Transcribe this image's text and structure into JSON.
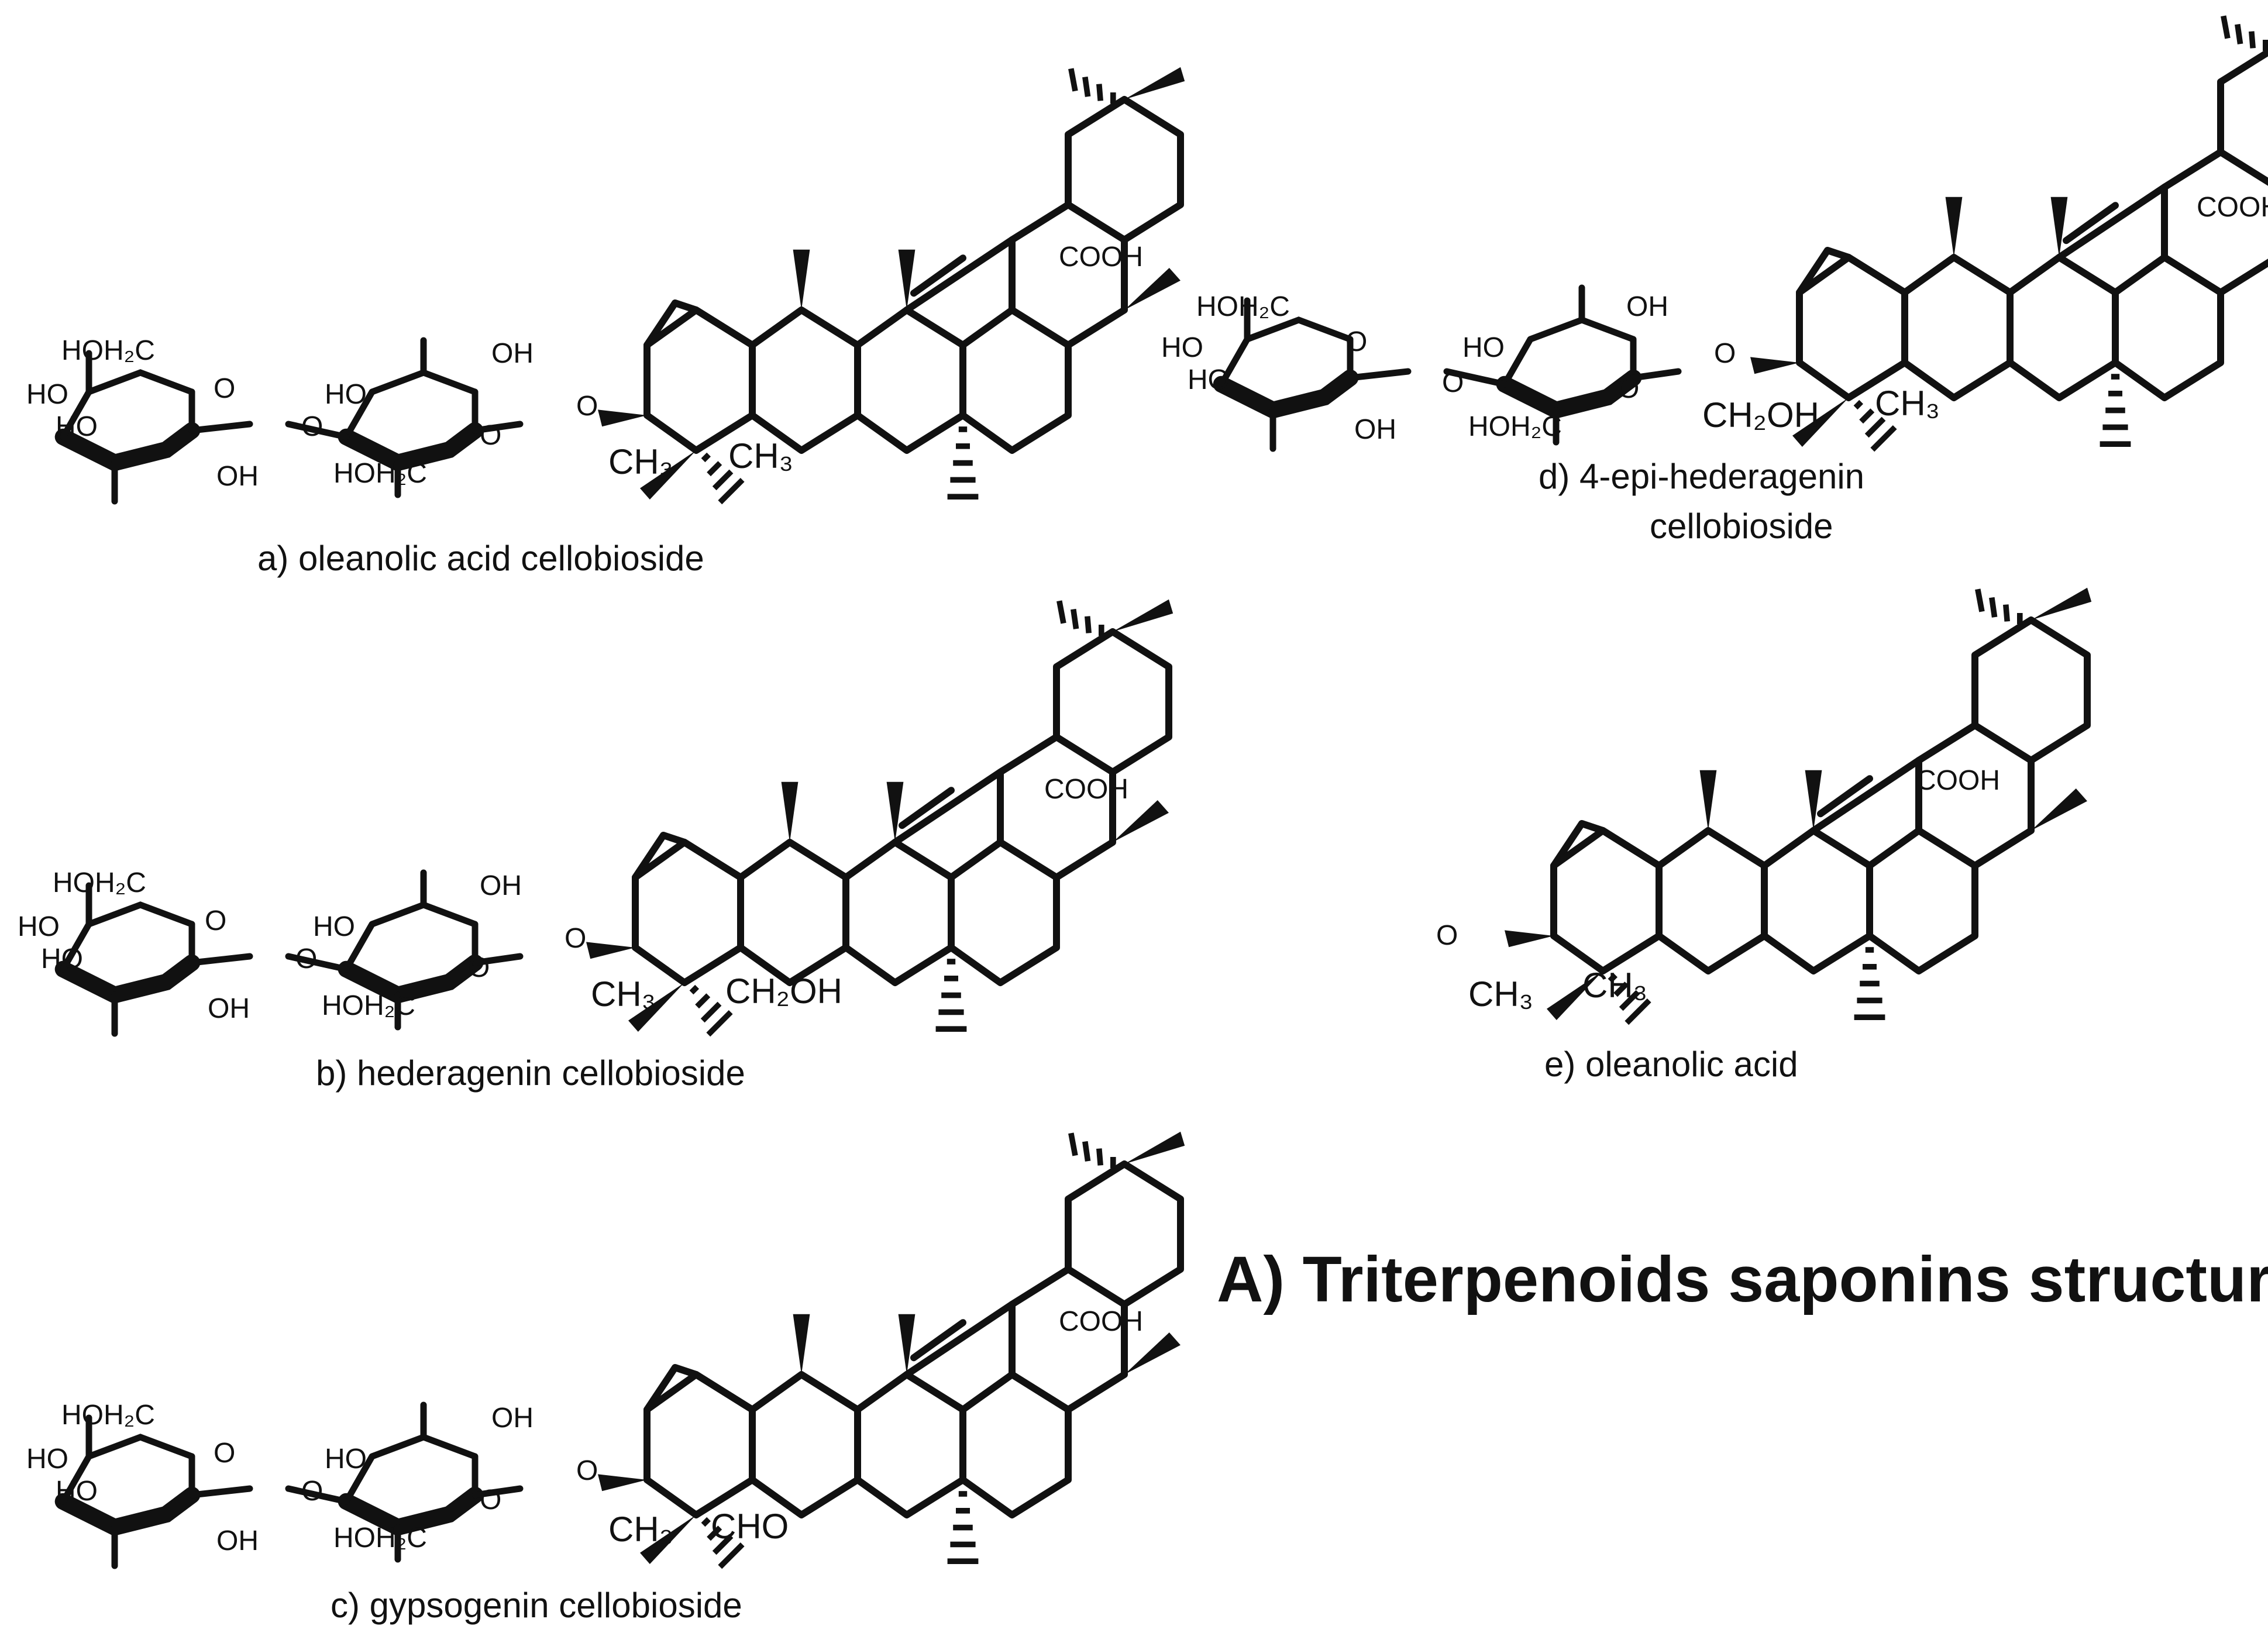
{
  "title": "A) Triterpenoids saponins structures",
  "panels": {
    "a": {
      "caption": "a)  oleanolic acid cellobioside",
      "cooh": "COOH",
      "sugar": {
        "hoh2c_top": "HOH₂C",
        "ho1": "HO",
        "ho2": "HO",
        "oh1": "OH",
        "ring_o": "O",
        "link_o": "O",
        "ho3": "HO",
        "hoh2c_bottom": "HOH₂C",
        "oh_top": "OH",
        "ring_o2": "O"
      },
      "glyco_o": "O",
      "sub1": "CH₃",
      "sub2": "CH₃"
    },
    "b": {
      "caption": "b)  hederagenin cellobioside",
      "cooh": "COOH",
      "sugar": {
        "hoh2c_top": "HOH₂C",
        "ho1": "HO",
        "ho2": "HO",
        "oh1": "OH",
        "ring_o": "O",
        "link_o": "O",
        "ho3": "HO",
        "hoh2c_bottom": "HOH₂C",
        "oh_top": "OH",
        "ring_o2": "O"
      },
      "glyco_o": "O",
      "sub1": "CH₃",
      "sub2": "CH₂OH"
    },
    "c": {
      "caption": "c) gypsogenin cellobioside",
      "cooh": "COOH",
      "sugar": {
        "hoh2c_top": "HOH₂C",
        "ho1": "HO",
        "ho2": "HO",
        "oh1": "OH",
        "ring_o": "O",
        "link_o": "O",
        "ho3": "HO",
        "hoh2c_bottom": "HOH₂C",
        "oh_top": "OH",
        "ring_o2": "O"
      },
      "glyco_o": "O",
      "sub1": "CH₃",
      "sub2": "CHO"
    },
    "d": {
      "caption_line1": "d)  4-epi-hederagenin",
      "caption_line2": "cellobioside",
      "cooh": "COOH",
      "sugar": {
        "hoh2c_top": "HOH₂C",
        "ho1": "HO",
        "ho2": "HO",
        "oh1": "OH",
        "ring_o": "O",
        "link_o": "O",
        "ho3": "HO",
        "hoh2c_bottom": "HOH₂C",
        "oh_top": "OH",
        "ring_o2": "O"
      },
      "glyco_o": "O",
      "sub1": "CH₂OH",
      "sub2": "CH₃"
    },
    "e": {
      "caption": "e) oleanolic acid",
      "cooh": "COOH",
      "glyco_o": "O",
      "sub1": "CH₃",
      "sub2": "CH₃"
    }
  },
  "colors": {
    "ink": "#111111",
    "background": "#ffffff"
  }
}
